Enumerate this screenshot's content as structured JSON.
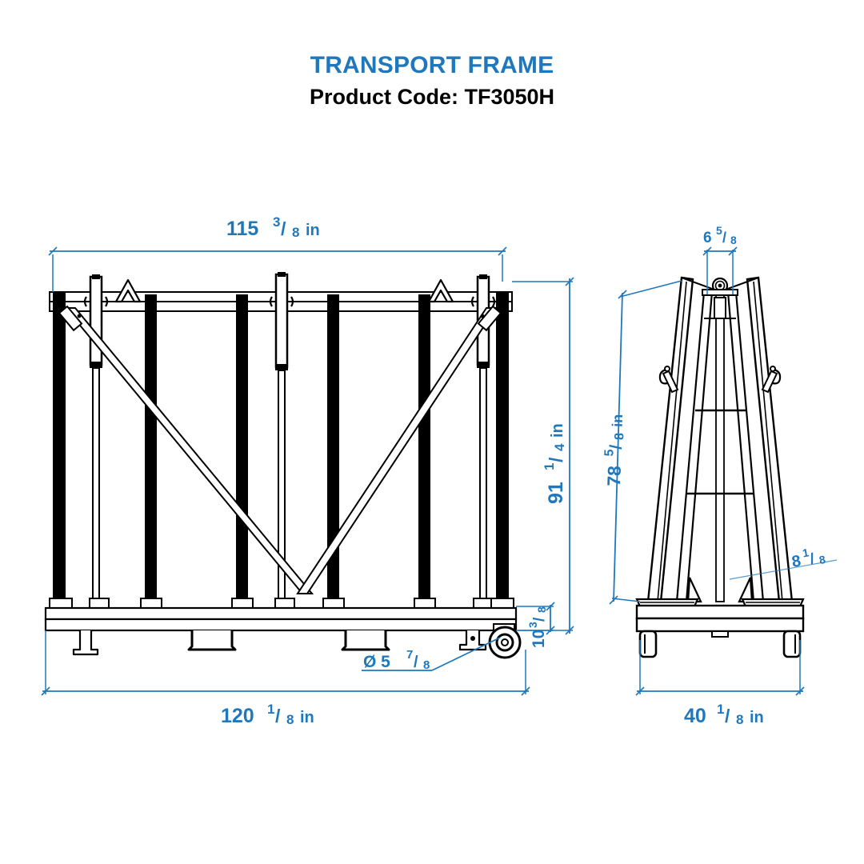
{
  "document": {
    "title": "TRANSPORT FRAME",
    "product_code_label": "Product Code: TF3050H",
    "accent_color": "#1f78bc",
    "line_color": "#000000",
    "background": "#ffffff",
    "units": "in"
  },
  "views": {
    "front": {
      "name": "front-elevation",
      "dimensions": {
        "top_width": "115 3/8 in",
        "overall_height": "91 1/4 in",
        "base_width": "120 1/8 in",
        "base_height": "10 3/8",
        "caster_diameter": "Ø 5 7/8"
      }
    },
    "side": {
      "name": "side-elevation",
      "dimensions": {
        "apex_width": "6 5/8",
        "frame_height": "78 5/8 in",
        "base_overhang": "8 1/8",
        "base_width": "40 1/8 in"
      }
    }
  },
  "dimension_labels": [
    {
      "id": "front-top-width",
      "value": "115 3/8 in",
      "whole": "115",
      "num": "3",
      "den": "8",
      "unit": "in"
    },
    {
      "id": "front-height",
      "value": "91 1/4 in",
      "whole": "91",
      "num": "1",
      "den": "4",
      "unit": "in"
    },
    {
      "id": "front-base-width",
      "value": "120 1/8 in",
      "whole": "120",
      "num": "1",
      "den": "8",
      "unit": "in"
    },
    {
      "id": "front-base-height",
      "value": "10 3/8",
      "whole": "10",
      "num": "3",
      "den": "8",
      "unit": ""
    },
    {
      "id": "caster-diameter",
      "value": "Ø 5 7/8",
      "whole": "Ø 5",
      "num": "7",
      "den": "8",
      "unit": ""
    },
    {
      "id": "side-apex-width",
      "value": "6 5/8",
      "whole": "6",
      "num": "5",
      "den": "8",
      "unit": ""
    },
    {
      "id": "side-height",
      "value": "78 5/8 in",
      "whole": "78",
      "num": "5",
      "den": "8",
      "unit": "in"
    },
    {
      "id": "side-base-overhang",
      "value": "8 1/8",
      "whole": "8",
      "num": "1",
      "den": "8",
      "unit": ""
    },
    {
      "id": "side-base-width",
      "value": "40 1/8 in",
      "whole": "40",
      "num": "1",
      "den": "8",
      "unit": "in"
    }
  ]
}
